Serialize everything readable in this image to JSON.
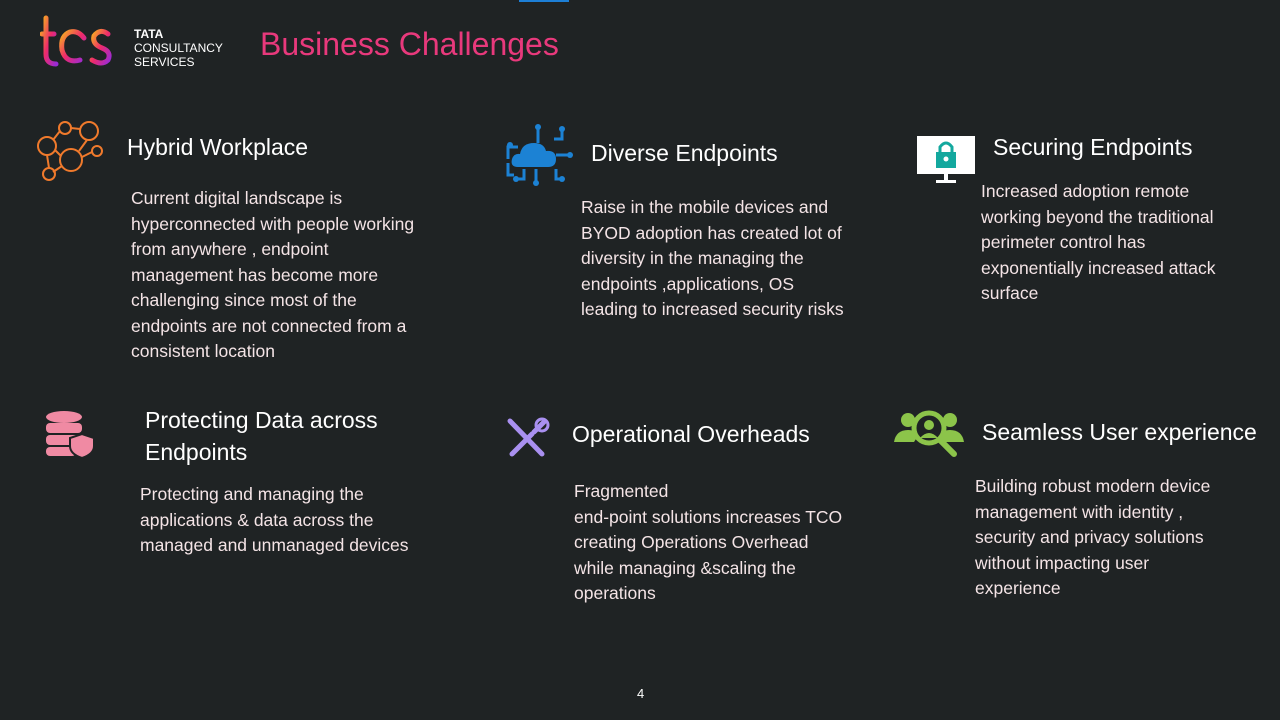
{
  "header": {
    "logo_lines": [
      "TATA",
      "CONSULTANCY",
      "SERVICES"
    ],
    "title": "Business Challenges"
  },
  "cards": [
    {
      "title": "Hybrid Workplace",
      "icon": "network-people-icon",
      "text": "Current digital landscape is\nhyperconnected with people working\nfrom anywhere , endpoint\nmanagement has become more\nchallenging since most of the\nendpoints are not connected from a\nconsistent location"
    },
    {
      "title": "Diverse Endpoints",
      "icon": "cloud-circuit-icon",
      "text": "Raise in  the mobile devices and\nBYOD adoption has created lot of\ndiversity in the managing the\nendpoints ,applications, OS\nleading to increased security risks"
    },
    {
      "title": "Securing Endpoints",
      "icon": "monitor-lock-icon",
      "text": "Increased adoption remote\nworking beyond  the traditional\nperimeter control  has\nexponentially increased attack\nsurface"
    },
    {
      "title": "Protecting Data across\nEndpoints",
      "icon": "database-shield-icon",
      "text": "Protecting and managing the\napplications  & data across the\nmanaged and unmanaged devices"
    },
    {
      "title": "Operational Overheads",
      "icon": "tools-icon",
      "text": "Fragmented\nend-point solutions increases TCO\ncreating Operations Overhead\nwhile managing &scaling the\noperations"
    },
    {
      "title": "Seamless User experience",
      "icon": "user-search-icon",
      "text": "Building robust modern device\nmanagement with  identity ,\nsecurity and privacy solutions\nwithout impacting user\nexperience"
    }
  ],
  "page_number": "4",
  "colors": {
    "background": "#1f2324",
    "title": "#e8397c",
    "orange": "#f07a2c",
    "blue": "#1c82d4",
    "pink": "#f08aa3",
    "purple": "#a990f0",
    "green": "#8cc44a"
  }
}
